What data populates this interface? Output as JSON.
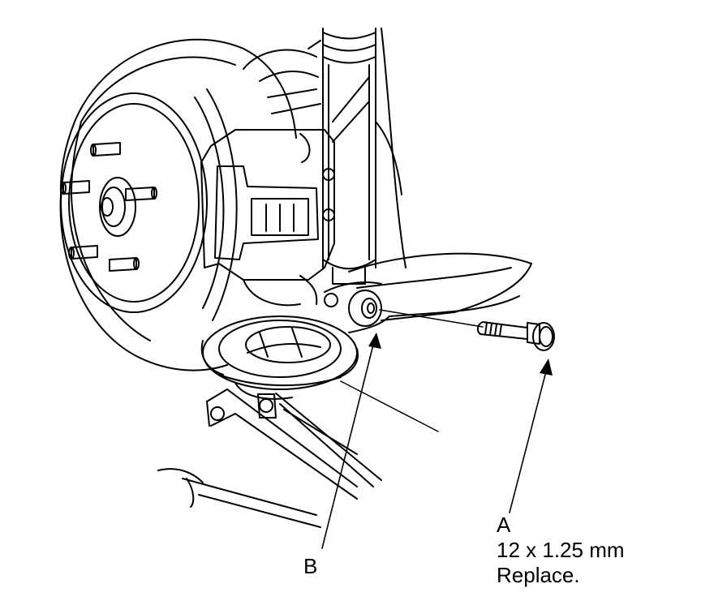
{
  "callouts": {
    "a": {
      "letter": "A",
      "spec": "12 x 1.25 mm",
      "note": "Replace."
    },
    "b": {
      "letter": "B"
    }
  },
  "colors": {
    "line": "#000000",
    "background": "#ffffff"
  }
}
